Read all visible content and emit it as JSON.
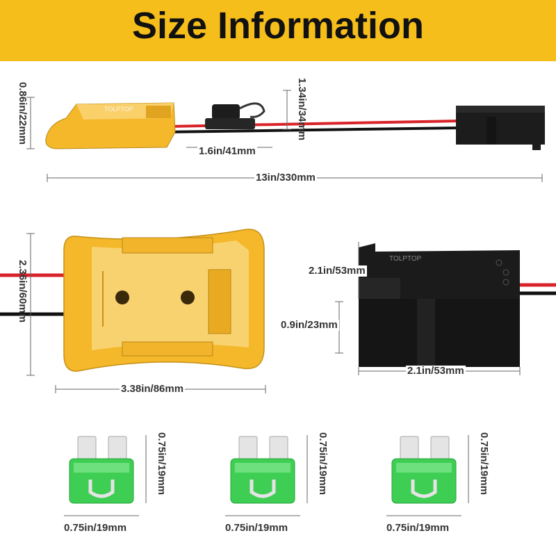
{
  "title": "Size Information",
  "brand": "TOLPTOP",
  "colors": {
    "header": "#f6be1b",
    "adapter": "#f4b82a",
    "housing": "#1c1c1c",
    "wire_red": "#d8232a",
    "wire_black": "#111111",
    "fuse_green": "#3fce54"
  },
  "dimensions": {
    "adapter_height": "0.86in/22mm",
    "fuse_holder_height": "1.34in/34mm",
    "fuse_holder_width": "1.6in/41mm",
    "total_length": "13in/330mm",
    "adapter_width": "2.36in/60mm",
    "adapter_length": "3.38in/86mm",
    "connector_top": "2.1in/53mm",
    "connector_bottom": "0.9in/23mm",
    "connector_width": "2.1in/53mm",
    "fuse_height": "0.75in/19mm",
    "fuse_width": "0.75in/19mm"
  }
}
